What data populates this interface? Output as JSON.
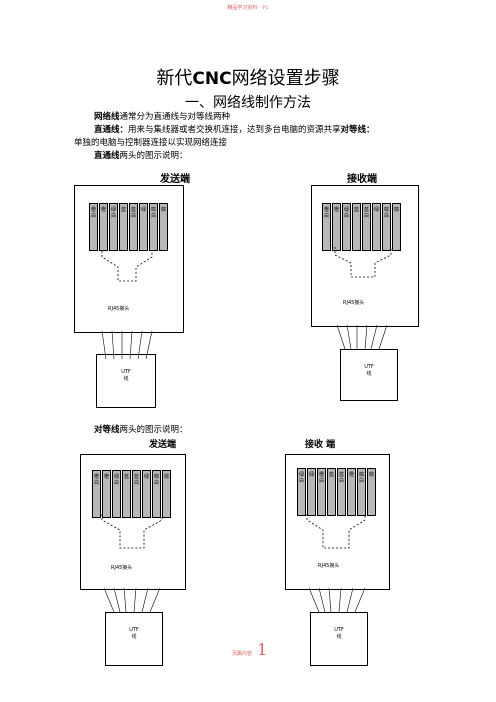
{
  "header": {
    "text": "精品学习资料 · P1"
  },
  "title": {
    "prefix": "新代",
    "brand": "CNC",
    "suffix": "网络设置步骤"
  },
  "subtitle": "一、网络线制作方法",
  "paragraphs": {
    "p1_bold": "网络线",
    "p1_rest": "通常分为直通线与对等线两种",
    "p2_bold": "直通线：",
    "p2_rest": "用来与集线器或者交换机连接，达到多台电脑的资源共享",
    "p2_bold2": "对等线：",
    "p2_line2": "单独的电脑与控制器连接以实现网络连接",
    "p3_bold": "直通线",
    "p3_rest": "两头的图示说明：",
    "p4_bold": "对等线",
    "p4_rest": "两头的图示说明："
  },
  "diagrams": {
    "straight": {
      "send_label": "发送端",
      "recv_label": "接收端",
      "send_pins": [
        "橙白",
        "橙",
        "绿白",
        "蓝",
        "蓝白",
        "绿",
        "棕白",
        "棕"
      ],
      "recv_pins": [
        "橙白",
        "橙",
        "绿白",
        "蓝",
        "蓝白",
        "绿",
        "棕白",
        "棕"
      ]
    },
    "cross": {
      "send_label": "发送端",
      "recv_label": "接收 端",
      "send_pins": [
        "橙白",
        "橙",
        "绿白",
        "蓝",
        "蓝白",
        "绿",
        "棕白",
        "棕"
      ],
      "recv_pins": [
        "绿白",
        "绿",
        "橙白",
        "蓝",
        "蓝白",
        "橙",
        "棕白",
        "棕"
      ]
    },
    "connector_label": "RJ45接头",
    "cable_label_line1": "UTF",
    "cable_label_line2": "线"
  },
  "footer": {
    "text": "页脚内容",
    "page": "1"
  }
}
